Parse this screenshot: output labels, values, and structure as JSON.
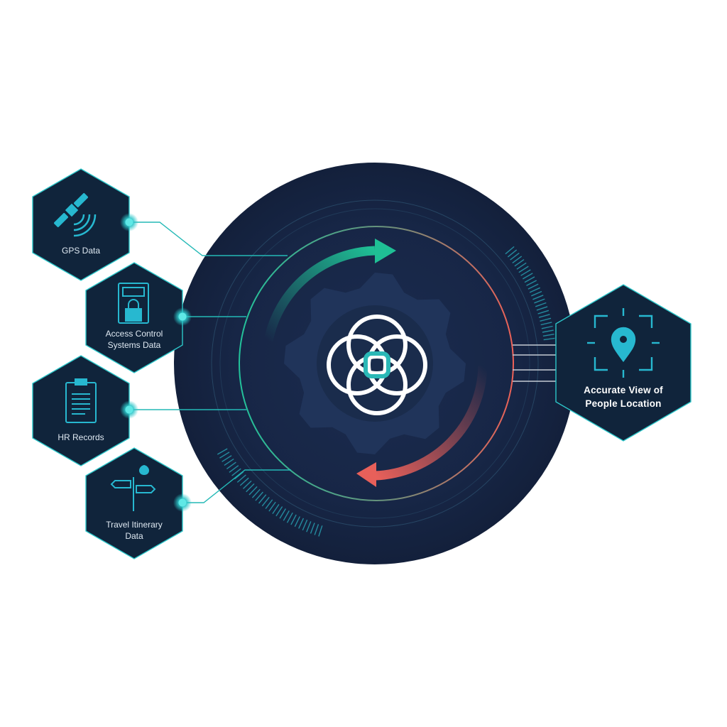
{
  "colors": {
    "background": "#ffffff",
    "hex_fill": "#10243b",
    "hex_border": "#2cc6c9",
    "circle_fill": "#172647",
    "accent_teal": "#1fbf95",
    "accent_red": "#e8605a",
    "icon": "#27b8d0"
  },
  "inputs": [
    {
      "lines": [
        "GPS Data"
      ],
      "icon": "satellite-icon"
    },
    {
      "lines": [
        "Access Control",
        "Systems Data"
      ],
      "icon": "access-lock-icon"
    },
    {
      "lines": [
        "HR Records"
      ],
      "icon": "clipboard-icon"
    },
    {
      "lines": [
        "Travel Itinerary",
        "Data"
      ],
      "icon": "signpost-location-icon"
    }
  ],
  "output": {
    "lines": [
      "Accurate View of",
      "People Location"
    ],
    "icon": "location-target-icon"
  },
  "center": {
    "icon": "interlocking-rings-logo-icon"
  }
}
